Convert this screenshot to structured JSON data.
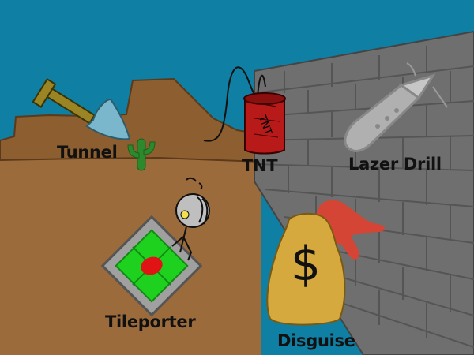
{
  "scene": {
    "colors": {
      "sky": "#0f7fa4",
      "ground": "#9b6b3c",
      "hill": "#8d5e30",
      "wall": "#6f6f6f",
      "wall_lines": "#555555",
      "cactus": "#2c8a2c",
      "tnt_red": "#b81a1a",
      "drill_gray": "#b0b0b0",
      "tileporter_green": "#1fd11f",
      "bag_gold": "#d6a93f",
      "paint_red": "#d44535"
    },
    "options": [
      {
        "id": "tunnel",
        "label": "Tunnel",
        "icon": "shovel-icon"
      },
      {
        "id": "tnt",
        "label": "TNT",
        "icon": "dynamite-icon",
        "stick_text": "TNT"
      },
      {
        "id": "lazer",
        "label": "Lazer Drill",
        "icon": "laser-drill-icon"
      },
      {
        "id": "tileporter",
        "label": "Tileporter",
        "icon": "teleporter-pad-icon"
      },
      {
        "id": "disguise",
        "label": "Disguise",
        "icon": "money-bag-icon",
        "bag_text": "$"
      }
    ]
  }
}
